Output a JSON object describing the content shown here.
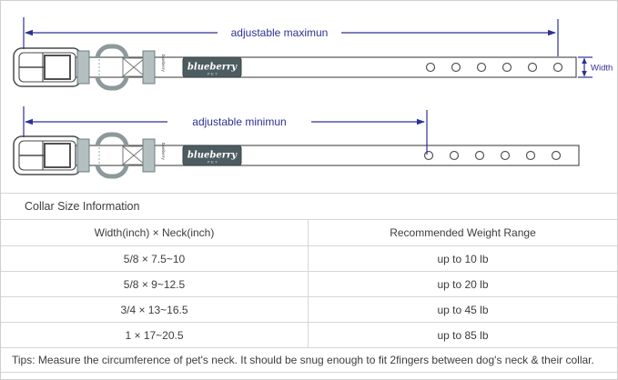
{
  "diagram": {
    "max_label": "adjustable maximun",
    "min_label": "adjustable minimun",
    "width_label": "Width",
    "accent_color": "#2e3192",
    "logo": {
      "brand": "blueberry",
      "sub": "PET",
      "vertical_tag": "blueberry"
    }
  },
  "table": {
    "title": "Collar Size Information",
    "columns": {
      "size": "Width(inch)  ×  Neck(inch)",
      "weight": "Recommended Weight Range"
    },
    "rows": [
      {
        "size": "5/8 × 7.5~10",
        "weight": "up to 10 lb"
      },
      {
        "size": "5/8 × 9~12.5",
        "weight": "up to 20 lb"
      },
      {
        "size": "3/4 × 13~16.5",
        "weight": "up to 45 lb"
      },
      {
        "size": "1 × 17~20.5",
        "weight": "up to 85 lb"
      }
    ],
    "tips": "Tips: Measure the circumference of pet's neck. It should be snug enough to fit 2fingers between dog's neck & their collar."
  }
}
